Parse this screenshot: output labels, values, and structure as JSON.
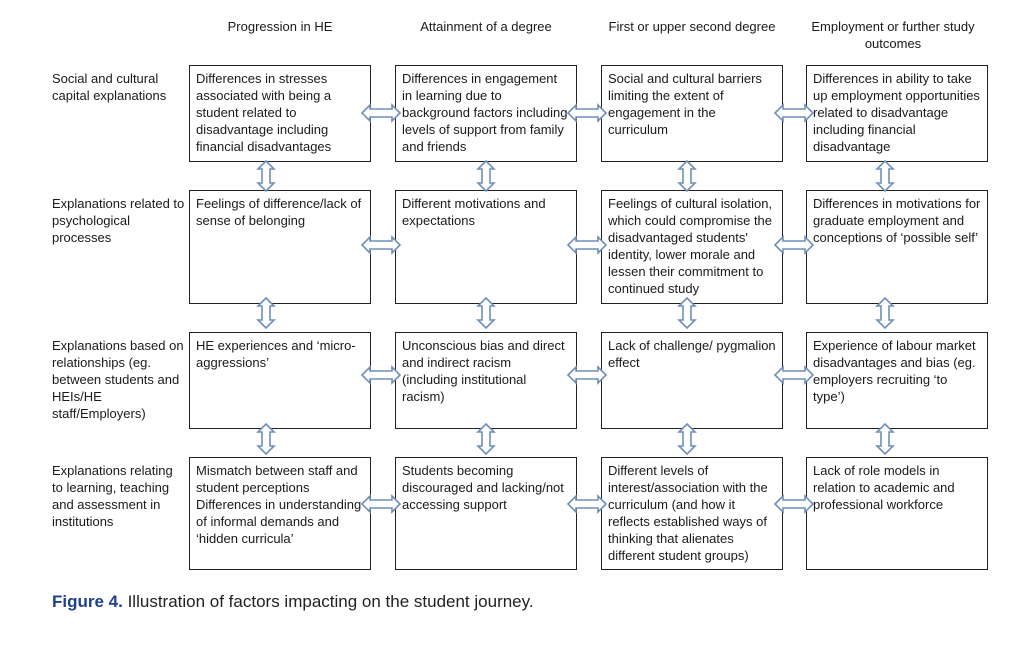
{
  "columns": [
    "Progression in HE",
    "Attainment of a degree",
    "First or upper second degree",
    "Employment or further study outcomes"
  ],
  "rows": [
    {
      "label": "Social and cultural capital explanations",
      "cells": [
        "Differences in stresses associated with being a student related to disadvantage including financial disadvantages",
        "Differences in engagement in learning due to background factors including levels of support from family and friends",
        "Social and cultural barriers limiting the extent of engagement in the curriculum",
        "Differences in ability to take up employment opportunities related to disadvantage including financial disadvantage"
      ]
    },
    {
      "label": "Explanations related to psychological processes",
      "cells": [
        "Feelings of difference/lack of sense of belonging",
        "Different motivations and expectations",
        "Feelings of cultural isolation, which could compromise the disadvantaged students' identity, lower morale and lessen their commitment to continued study",
        "Differences in motivations for graduate employment and conceptions of ‘possible self’"
      ]
    },
    {
      "label": "Explanations based on relationships (eg. between students and HEIs/HE staff/Employers)",
      "cells": [
        "HE experiences and ‘micro-aggressions’",
        "Unconscious bias and direct and indirect racism (including institutional racism)",
        "Lack of challenge/ pygmalion effect",
        "Experience of labour market disadvantages and bias (eg. employers recruiting ‘to type’)"
      ]
    },
    {
      "label": "Explanations relating to learning, teaching and assessment in institutions",
      "cells": [
        "Mismatch between staff and student perceptions Differences in understanding of informal demands and ‘hidden curricula’",
        "Students becoming discouraged and lacking/not accessing support",
        "Different levels of interest/association with the curriculum (and how it reflects established ways of thinking that alienates different student groups)",
        "Lack of role models in relation to academic and professional workforce"
      ]
    }
  ],
  "caption": {
    "label": "Figure 4.",
    "text": " Illustration of factors impacting on the student journey."
  }
}
